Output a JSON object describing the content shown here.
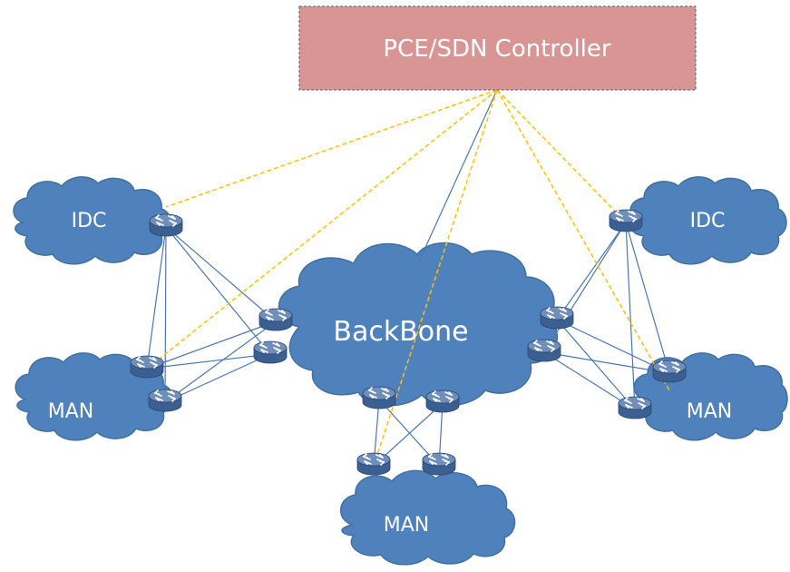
{
  "controller": {
    "label": "PCE/SDN Controller"
  },
  "clouds": {
    "backbone": "BackBone",
    "idc_left": "IDC",
    "idc_right": "IDC",
    "man_left": "MAN",
    "man_right": "MAN",
    "man_bottom": "MAN"
  },
  "colors": {
    "controller_fill": "#d99594",
    "controller_border": "#5a5a80",
    "cloud_fill": "#4f81bd",
    "cloud_stroke": "#41719c",
    "link": "#4a77b4",
    "control_link": "#ffc000",
    "router_top": "#6f8fba",
    "router_side": "#3b5f91",
    "router_arrow": "#ffffff"
  },
  "icons": {
    "router": "router-icon",
    "cloud": "cloud-icon"
  }
}
